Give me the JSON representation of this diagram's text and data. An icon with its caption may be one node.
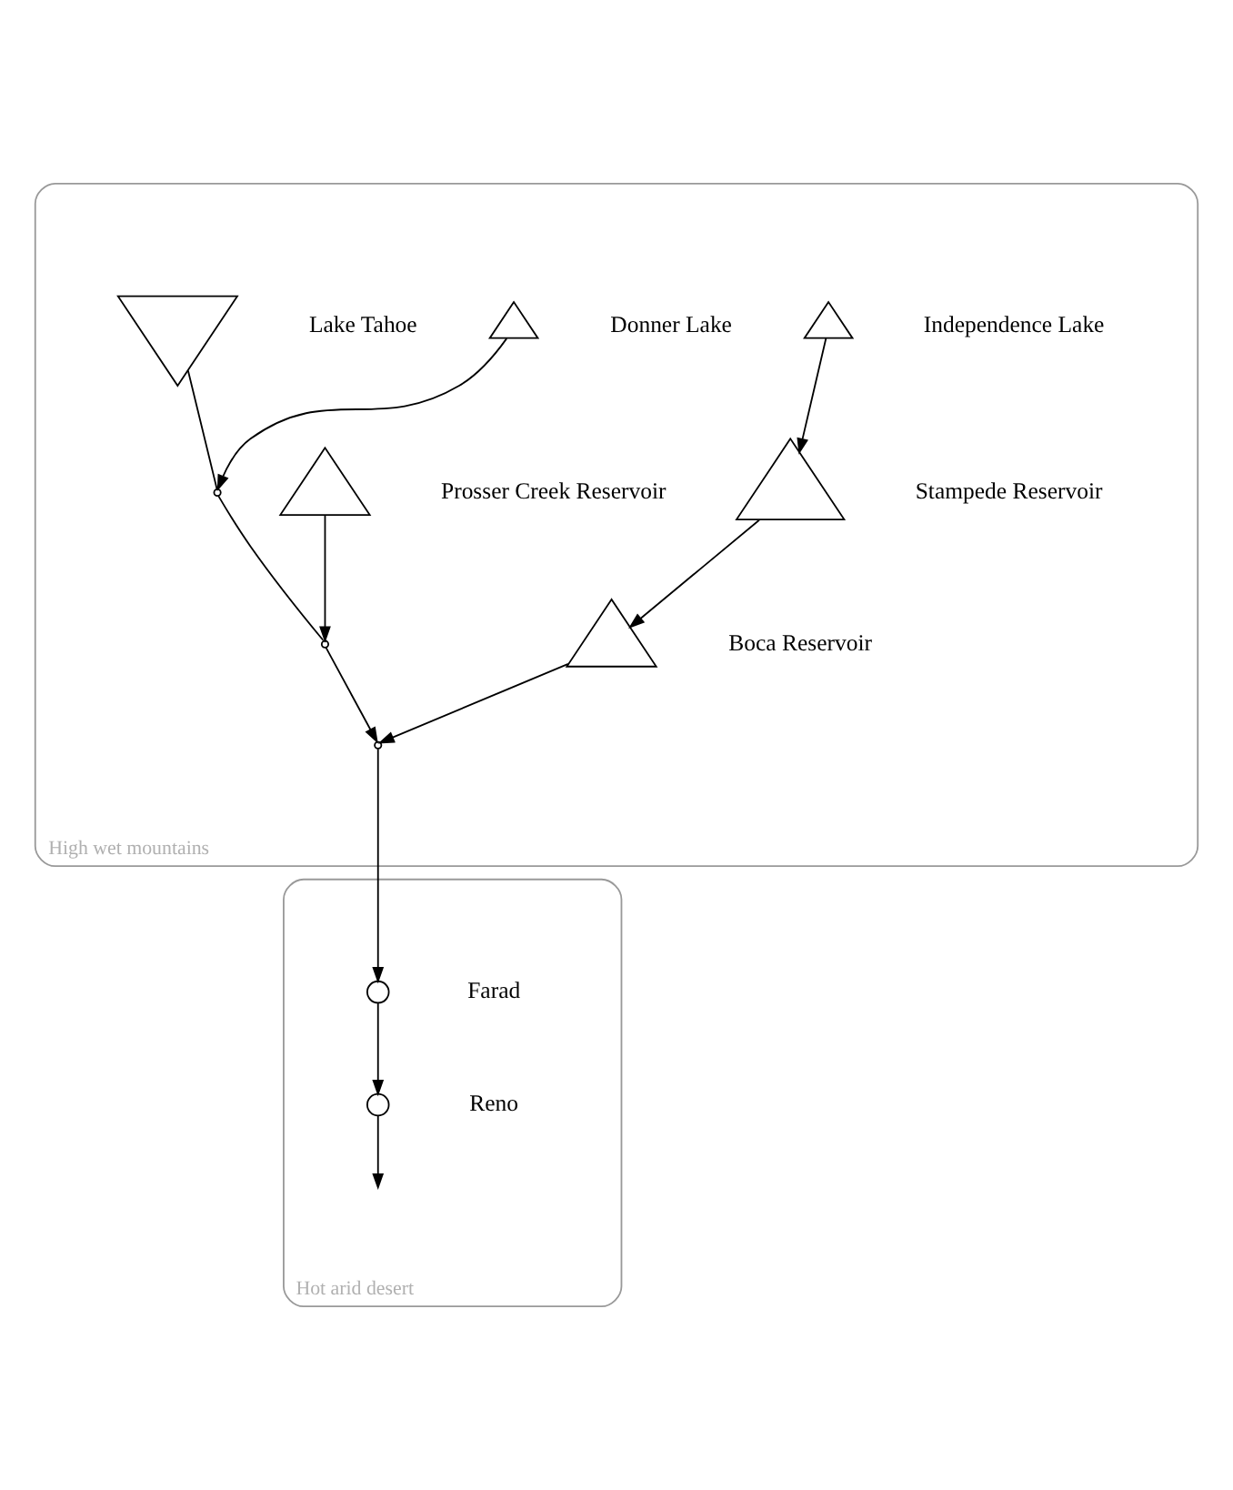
{
  "diagram": {
    "nodes": [
      {
        "text": [
          "High wet mountains"
        ]
      },
      {
        "text": [
          "Hot arid desert"
        ]
      },
      {
        "text": [],
        "shape": "triangle",
        "beside": [
          "Lake Tahoe"
        ],
        "in": 0
      },
      {
        "text": [],
        "shape": "triangle",
        "beside": [
          "Donner Lake"
        ],
        "in": 0
      },
      {
        "text": [],
        "shape": "triangle",
        "beside": [
          "Prosser Creek Reservoir"
        ],
        "in": 0
      },
      {
        "text": [],
        "shape": "triangle",
        "beside": [
          "Independence Lake"
        ],
        "in": 0
      },
      {
        "text": [],
        "shape": "triangle",
        "beside": [
          "Stampede Reservoir"
        ],
        "in": 0
      },
      {
        "text": [],
        "shape": "triangle",
        "beside": [
          "Boca Reservoir"
        ],
        "in": 0
      },
      {
        "text": [],
        "shape": "circle",
        "in": 0
      },
      {
        "text": [],
        "shape": "circle",
        "in": 0
      },
      {
        "text": [],
        "shape": "circle",
        "in": 0
      },
      {
        "text": [],
        "shape": "circle",
        "beside": [
          "Farad"
        ],
        "in": 1
      },
      {
        "text": [],
        "shape": "circle",
        "beside": [
          "Reno"
        ],
        "in": 1
      }
    ],
    "edges": [
      {
        "from": 2,
        "to": 8,
        "arrow": "none"
      },
      {
        "from": 3,
        "to": 8,
        "arrow": "to"
      },
      {
        "from": 8,
        "to": 9,
        "arrow": "none"
      },
      {
        "from": 4,
        "to": 9,
        "arrow": "to"
      },
      {
        "from": 9,
        "to": 10,
        "arrow": "to"
      },
      {
        "from": 5,
        "to": 6,
        "arrow": "to"
      },
      {
        "from": 6,
        "to": 7,
        "arrow": "to"
      },
      {
        "from": 7,
        "to": 10,
        "arrow": "to"
      },
      {
        "from": 10,
        "to": 11,
        "arrow": "to"
      },
      {
        "from": 11,
        "to": 12,
        "arrow": "to"
      },
      {
        "from": 12,
        "to": null,
        "arrow": "to"
      }
    ]
  }
}
